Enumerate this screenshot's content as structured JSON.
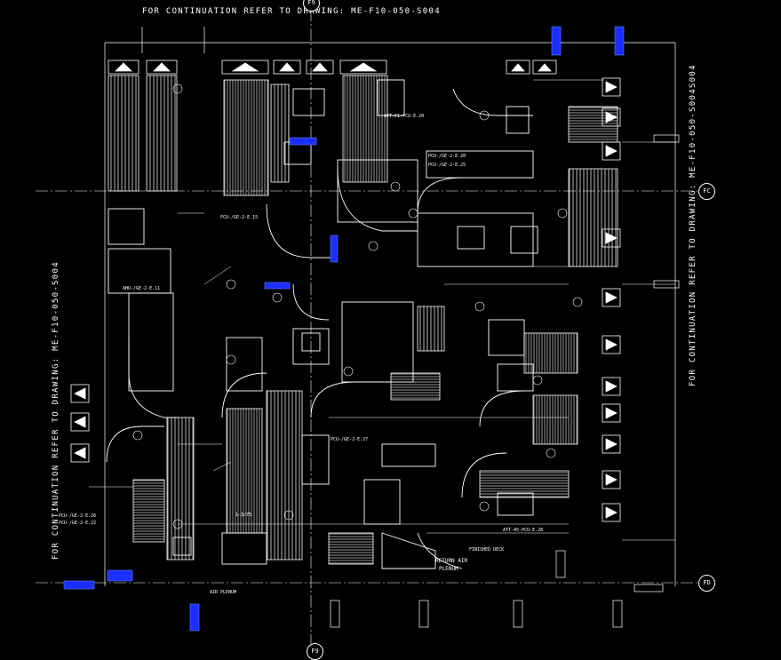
{
  "notes": {
    "top": "FOR CONTINUATION REFER TO DRAWING: ME-F10-050-S004",
    "left": "FOR CONTINUATION REFER TO DRAWING: ME-F10-050-S004",
    "right": "FOR CONTINUATION REFER TO DRAWING: ME-F10-050-S004S004"
  },
  "grid_bubbles": {
    "fc": "FC",
    "fd": "FD",
    "f9_top": "F9",
    "f9_bottom": "F9"
  },
  "labels": {
    "pcu_a": "PCU-/GE-2-E.20",
    "pcu_b": "PCU-/GE-2-E.25",
    "pcu_c": "PCU-/GE-2-E.27",
    "ahu_a": "AHU-/GE-2-E.11",
    "fcu_a": "FCU-/GE-2-E.15",
    "att_a": "ATT-E1-PCU-E.20",
    "pcu_left_1": "PCU-/GE-2-E.26",
    "pcu_left_2": "PCU-/GE-2-E.22",
    "return_air": "RETURN AIR",
    "plenum": "PLENUM",
    "finish": "FINISHED DECK",
    "air_plenum": "AIR PLENUM",
    "tag_1": "1-3/75",
    "att_b": "ATT-45-PCU-E.28"
  },
  "colors": {
    "background": "#000000",
    "linework": "#ffffff",
    "accent": "#1a2fff"
  }
}
